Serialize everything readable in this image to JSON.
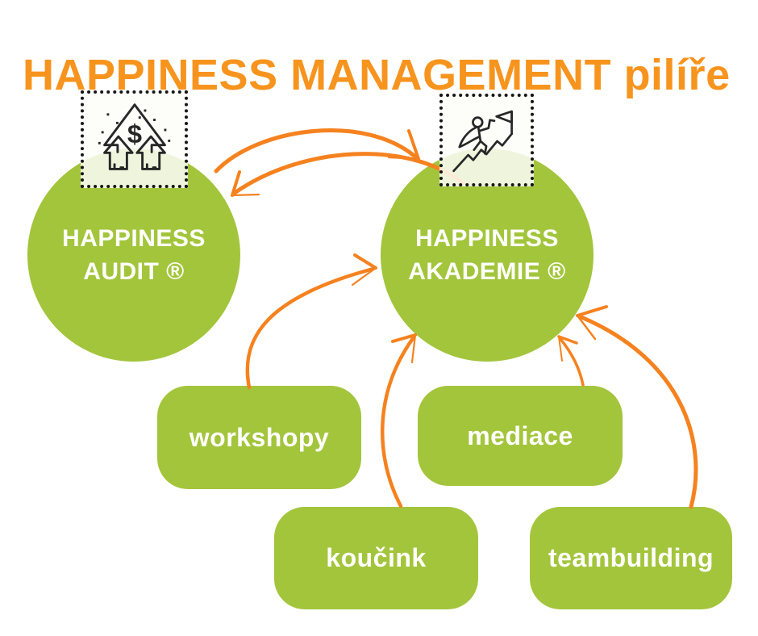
{
  "title": "HAPPINESS MANAGEMENT pilíře",
  "colors": {
    "green": "#A3C53C",
    "title_orange": "#F7941E",
    "arrow_orange": "#F5821F",
    "icon_stroke": "#272727",
    "icon_box_bg": "rgba(253,253,248,0.85)",
    "text_white": "#FFFFFF"
  },
  "pillars": {
    "circles": [
      {
        "line1": "HAPPINESS",
        "line2": "AUDIT ®",
        "icon": "money-growth-icon"
      },
      {
        "line1": "HAPPINESS",
        "line2": "AKADEMIE ®",
        "icon": "mountain-flag-icon"
      }
    ],
    "services": [
      {
        "label": "workshopy"
      },
      {
        "label": "mediace"
      },
      {
        "label": "koučink"
      },
      {
        "label": "teambuilding"
      }
    ]
  },
  "arrows": [
    {
      "name": "audit-to-akademie",
      "from": "HAPPINESS AUDIT ®",
      "to": "HAPPINESS AKADEMIE ®"
    },
    {
      "name": "akademie-to-audit",
      "from": "HAPPINESS AKADEMIE ®",
      "to": "HAPPINESS AUDIT ®"
    },
    {
      "name": "workshopy-to-akademie",
      "from": "workshopy",
      "to": "HAPPINESS AKADEMIE ®"
    },
    {
      "name": "koucink-to-akademie",
      "from": "koučink",
      "to": "HAPPINESS AKADEMIE ®"
    },
    {
      "name": "mediace-to-akademie",
      "from": "mediace",
      "to": "HAPPINESS AKADEMIE ®"
    },
    {
      "name": "teambuilding-to-akademie",
      "from": "teambuilding",
      "to": "HAPPINESS AKADEMIE ®"
    }
  ]
}
